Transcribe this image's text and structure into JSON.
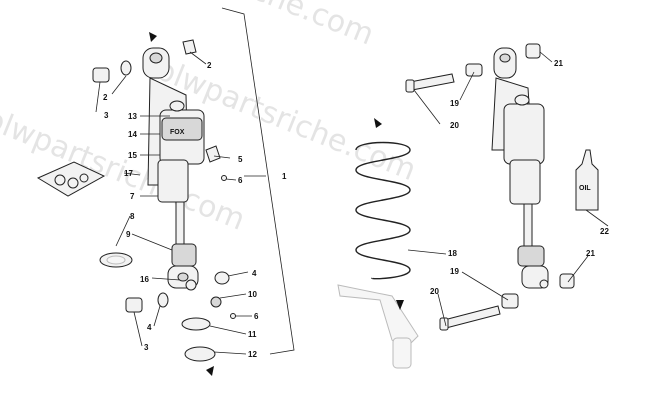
{
  "watermark": {
    "text": "blwpartsriche.com"
  },
  "bottle_label": "OIL",
  "logo_text": "FOX",
  "callouts": {
    "c1": "1",
    "c2a": "2",
    "c2b": "2",
    "c3a": "3",
    "c3b": "3",
    "c4a": "4",
    "c4b": "4",
    "c5": "5",
    "c6a": "6",
    "c6b": "6",
    "c7": "7",
    "c8": "8",
    "c9": "9",
    "c10": "10",
    "c11": "11",
    "c12": "12",
    "c13": "13",
    "c14": "14",
    "c15": "15",
    "c16": "16",
    "c17": "17",
    "c18": "18",
    "c19a": "19",
    "c19b": "19",
    "c20a": "20",
    "c20b": "20",
    "c21a": "21",
    "c21b": "21",
    "c22": "22"
  }
}
